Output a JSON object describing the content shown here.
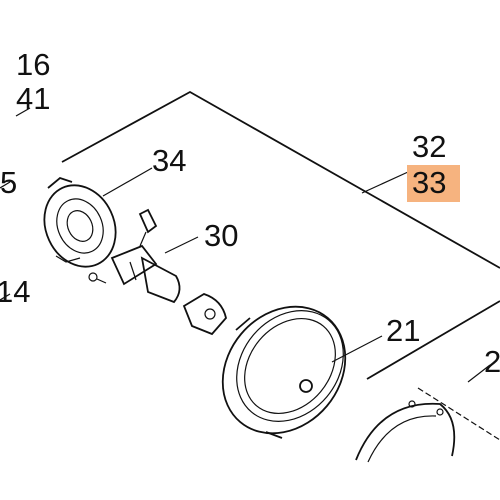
{
  "diagram": {
    "labels": {
      "l16": "16",
      "l41": "41",
      "l5": "5",
      "l14": "14",
      "l34": "34",
      "l30": "30",
      "l32": "32",
      "l33": "33",
      "l21": "21",
      "l2": "2"
    },
    "highlight_color": "#f6b37f",
    "highlighted_label": "33"
  }
}
